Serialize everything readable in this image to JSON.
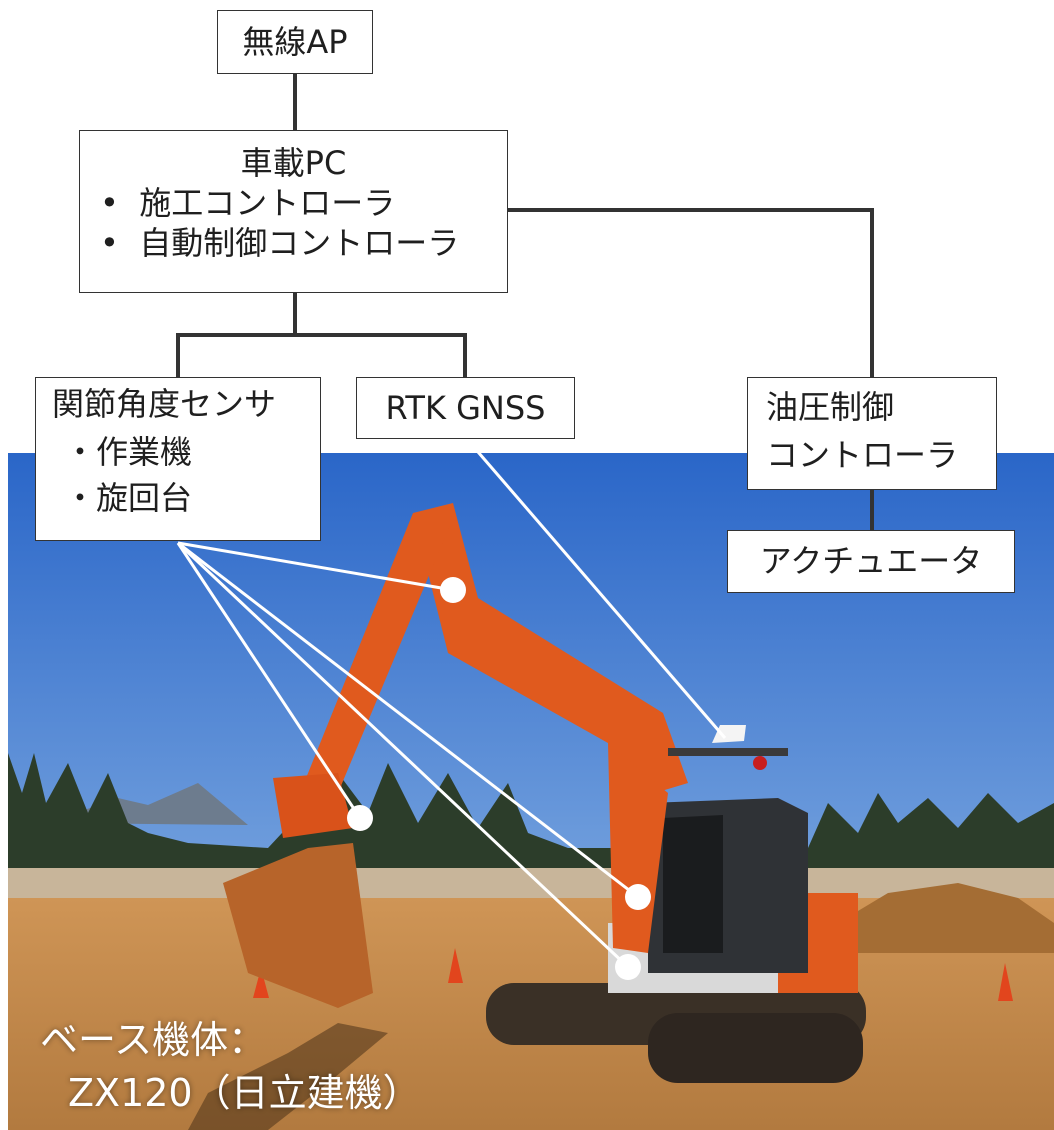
{
  "boxes": {
    "wireless_ap": {
      "label": "無線AP"
    },
    "onboard_pc": {
      "title": "車載PC",
      "items": [
        "施工コントローラ",
        "自動制御コントローラ"
      ]
    },
    "joint_angle_sensor": {
      "title": "関節角度センサ",
      "items": [
        "・作業機",
        "・旋回台"
      ]
    },
    "rtk_gnss": {
      "label": "RTK GNSS"
    },
    "hydraulic_controller": {
      "lines": [
        "油圧制御",
        "コントローラ"
      ]
    },
    "actuator": {
      "label": "アクチュエータ"
    }
  },
  "caption": {
    "line1": "ベース機体：",
    "line2": "ZX120（日立建機）"
  },
  "colors": {
    "sky": "#2f6fcf",
    "ground": "#c9894a",
    "machine": "#e05a1e",
    "connector": "#333333",
    "pointer": "#ffffff"
  }
}
